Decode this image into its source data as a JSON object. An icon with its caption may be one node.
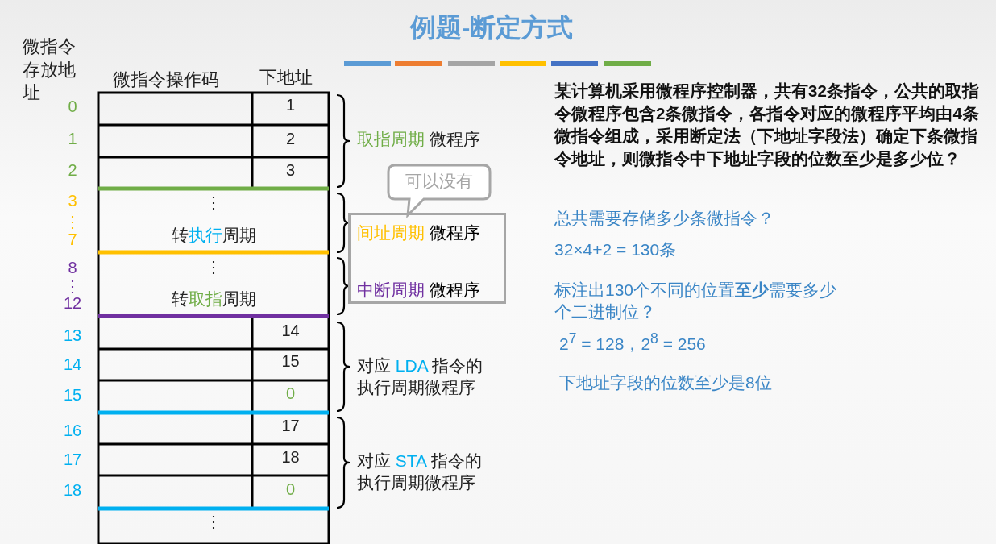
{
  "diagram": {
    "title": "例题-断定方式",
    "nodes": [
      {
        "text": [
          "可以没有"
        ]
      },
      {
        "text": [
          "间址周期 微程序",
          "中断周期 微程序"
        ]
      }
    ],
    "labels": [
      "微指令存放地址",
      "微指令操作码",
      "下地址",
      "0",
      "1",
      "取指周期 微程序",
      "1",
      "2",
      "2",
      "3",
      "3",
      "⋮",
      "⋮",
      "7",
      "转执行周期",
      "8",
      "⋮",
      "⋮",
      "12",
      "转取指周期",
      "13",
      "14",
      "对应 LDA 指令的执行周期微程序",
      "14",
      "15",
      "15",
      "0",
      "16",
      "17",
      "对应 STA 指令的执行周期微程序",
      "17",
      "18",
      "18",
      "0",
      "⋮",
      "某计算机采用微程序控制器，共有32条指令，公共的取指令微程序包含2条微指令，各指令对应的微程序平均由4条微指令组成，采用断定法（下地址字段法）确定下条微指令地址，则微指令中下地址字段的位数至少是多少位？",
      "总共需要存储多少条微指令？",
      "32×4+2 = 130条",
      "标注出130个不同的位置**至少**需要多少个二进制位？",
      "2$^{7}$ = 128，2$^{8}$ = 256",
      "下地址字段的位数至少是8位"
    ]
  }
}
